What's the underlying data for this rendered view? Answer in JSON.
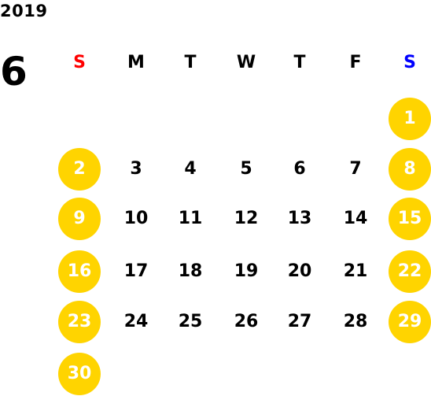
{
  "year": "2019",
  "month": "6",
  "colors": {
    "highlight": "#ffd400",
    "sunday_label": "#ff0000",
    "saturday_label": "#0000ff",
    "text": "#000000",
    "highlight_text": "#ffffff"
  },
  "weekdays": [
    {
      "label": "S",
      "color": "#ff0000"
    },
    {
      "label": "M",
      "color": "#000000"
    },
    {
      "label": "T",
      "color": "#000000"
    },
    {
      "label": "W",
      "color": "#000000"
    },
    {
      "label": "T",
      "color": "#000000"
    },
    {
      "label": "F",
      "color": "#000000"
    },
    {
      "label": "S",
      "color": "#0000ff"
    }
  ],
  "weeks": [
    [
      "",
      "",
      "",
      "",
      "",
      "",
      "1"
    ],
    [
      "2",
      "3",
      "4",
      "5",
      "6",
      "7",
      "8"
    ],
    [
      "9",
      "10",
      "11",
      "12",
      "13",
      "14",
      "15"
    ],
    [
      "16",
      "17",
      "18",
      "19",
      "20",
      "21",
      "22"
    ],
    [
      "23",
      "24",
      "25",
      "26",
      "27",
      "28",
      "29"
    ],
    [
      "30",
      "",
      "",
      "",
      "",
      "",
      ""
    ]
  ],
  "highlighted_days": [
    "1",
    "2",
    "8",
    "9",
    "15",
    "16",
    "22",
    "23",
    "29",
    "30"
  ]
}
